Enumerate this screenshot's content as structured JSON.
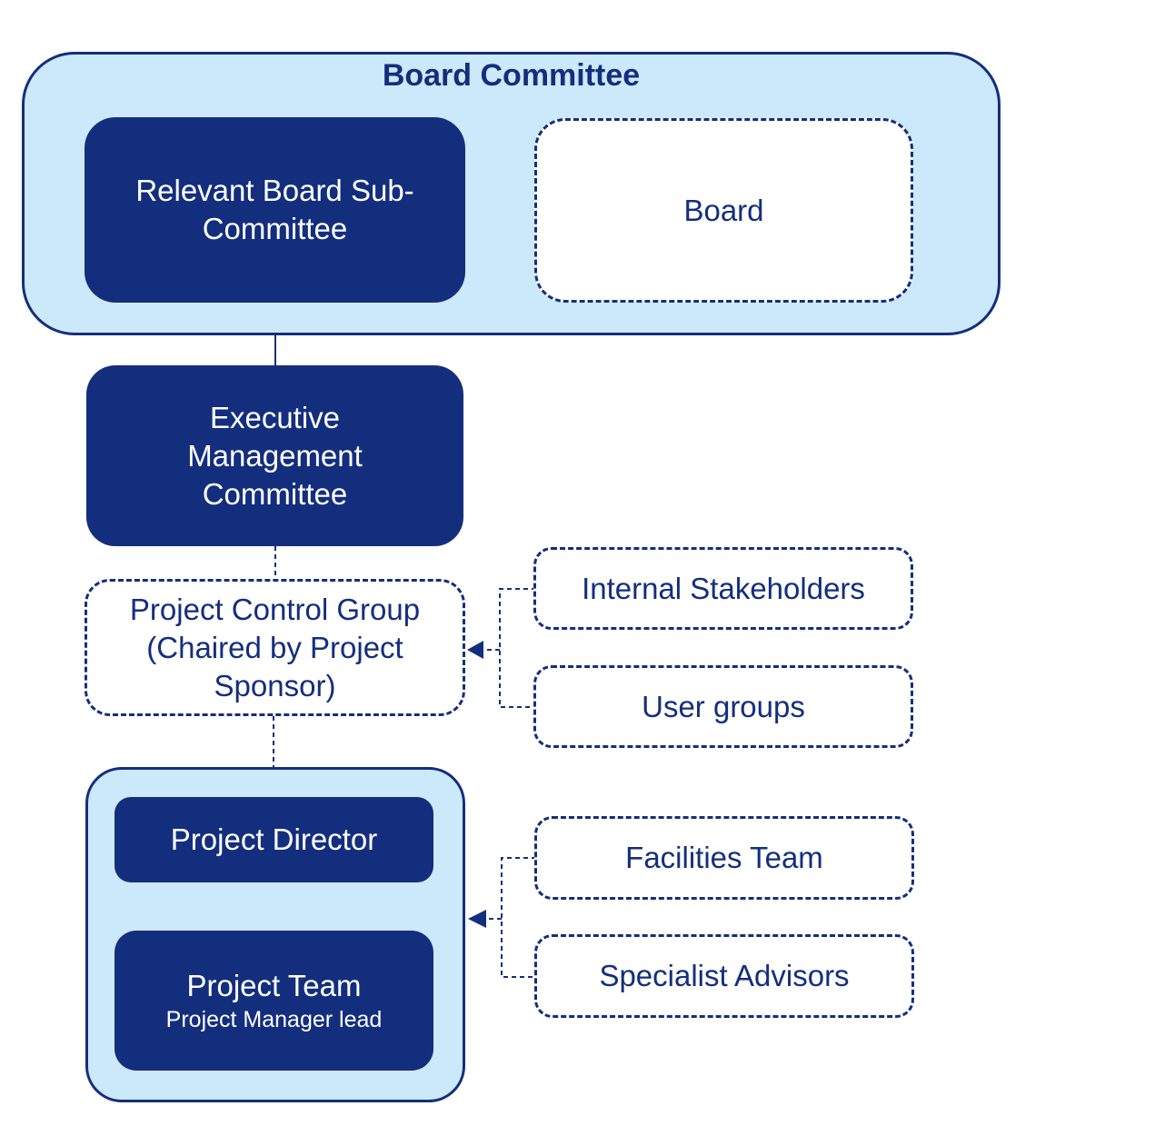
{
  "board_committee": {
    "title": "Board Committee",
    "relevant_sub_committee": "Relevant Board Sub-\nCommittee",
    "board": "Board"
  },
  "executive_committee": "Executive\nManagement\nCommittee",
  "project_control_group": "Project Control Group\n(Chaired by Project\nSponsor)",
  "stakeholders": {
    "internal": "Internal Stakeholders",
    "user_groups": "User groups"
  },
  "project_group": {
    "director": "Project Director",
    "team": "Project Team",
    "team_subtitle": "Project Manager lead"
  },
  "advisors": {
    "facilities": "Facilities Team",
    "specialist": "Specialist Advisors"
  },
  "colors": {
    "dark_blue": "#142e7e",
    "light_blue": "#cce9fb"
  }
}
